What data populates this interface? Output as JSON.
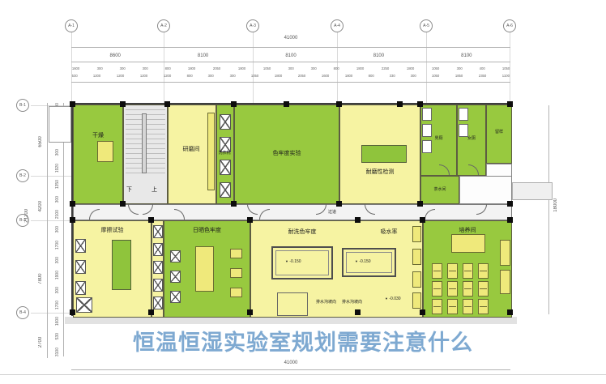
{
  "title": {
    "text": "恒温恒湿实验室规划需要注意什么",
    "color": "#7ea9d1"
  },
  "axes": {
    "top": [
      "A-1",
      "A-2",
      "A-3",
      "A-4",
      "A-5",
      "A-6"
    ],
    "left": [
      "B-1",
      "B-2",
      "B-3",
      "B-4"
    ]
  },
  "dims": {
    "top_total": "41000",
    "top_spans": [
      "8600",
      "8100",
      "8100",
      "8100",
      "8100"
    ],
    "top_row1": [
      "1600",
      "300",
      "300",
      "300",
      "800",
      "1800",
      "2050",
      "1800",
      "1050",
      "300",
      "300",
      "800",
      "1800",
      "2250",
      "1800",
      "1050",
      "300",
      "400",
      "1050"
    ],
    "top_row2": [
      "530",
      "1200",
      "1200",
      "1200",
      "1200",
      "800",
      "300",
      "300",
      "1050",
      "1800",
      "2050",
      "1600",
      "1800",
      "800",
      "330",
      "300",
      "1050",
      "1850",
      "2350",
      "1100"
    ],
    "left_total": "21200",
    "left_segments": [
      "6500",
      "4200",
      "7800",
      "2700"
    ],
    "left_row": [
      "500",
      "1600",
      "1900",
      "300",
      "1920",
      "1350",
      "300",
      "2100",
      "300",
      "1700",
      "300",
      "1900",
      "300",
      "1700",
      "1600",
      "530",
      "3100"
    ],
    "right_total": "18000",
    "bottom_total": "41000"
  },
  "rooms": {
    "drying": "干燥",
    "stair_down": "下",
    "stair_up": "上",
    "grinding": "研磨间",
    "washers": "洗衣机",
    "colorfastness": "色牢度实验",
    "abrasion": "耐磨性检测",
    "mens": "男厕",
    "womens": "女厕",
    "sample": "留样",
    "tea": "茶水间",
    "corridor": "过道",
    "friction": "摩擦试验",
    "lightfastness": "日晒色牢度",
    "washfastness": "耐洗色牢度",
    "absorption": "吸水率",
    "incubation": "培养间"
  },
  "marks": {
    "level_icon": "▼",
    "pool1": "-0.150",
    "pool2": "-0.150",
    "floor": "-0.030",
    "drain1": "排水沟坡向",
    "drain2": "排水沟坡向"
  }
}
